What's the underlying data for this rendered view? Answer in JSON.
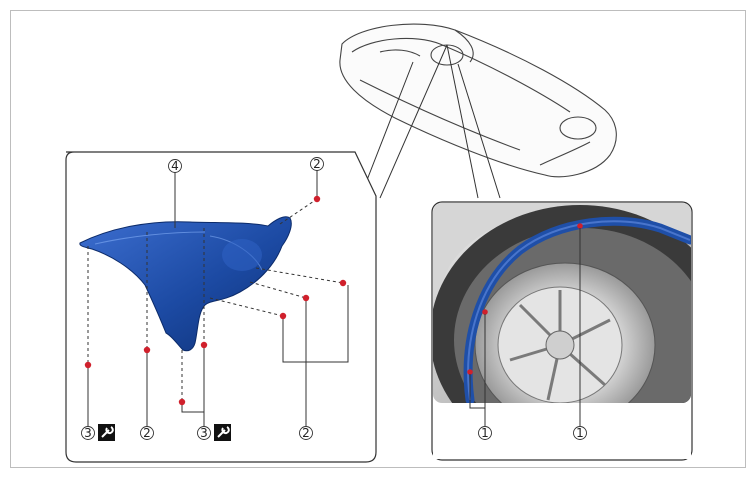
{
  "diagram": {
    "callouts_left": {
      "top_part": "4",
      "top_clip": "2",
      "bottom": [
        "3",
        "2",
        "3",
        "2"
      ]
    },
    "callouts_right": [
      "1",
      "1"
    ],
    "icons": [
      "wrench-tool-icon",
      "wrench-tool-icon"
    ],
    "colors": {
      "liner_blue": "#1f4fa8",
      "fastener_red": "#d0202c",
      "outline": "#333333"
    }
  }
}
